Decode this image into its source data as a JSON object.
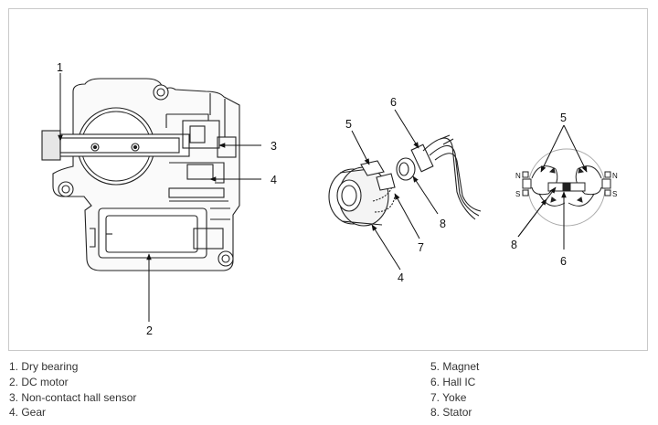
{
  "callouts": {
    "left": [
      "1",
      "3",
      "4",
      "2"
    ],
    "middle": [
      "6",
      "5",
      "8",
      "7",
      "4"
    ],
    "right": [
      "5",
      "8",
      "6"
    ],
    "poles": {
      "n_left": "N",
      "s_left": "S",
      "n_right": "N",
      "s_right": "S"
    }
  },
  "legend": {
    "left": [
      "1. Dry bearing",
      "2. DC motor",
      "3. Non-contact hall sensor",
      "4. Gear"
    ],
    "right": [
      "5. Magnet",
      "6. Hall IC",
      "7. Yoke",
      "8. Stator"
    ]
  }
}
